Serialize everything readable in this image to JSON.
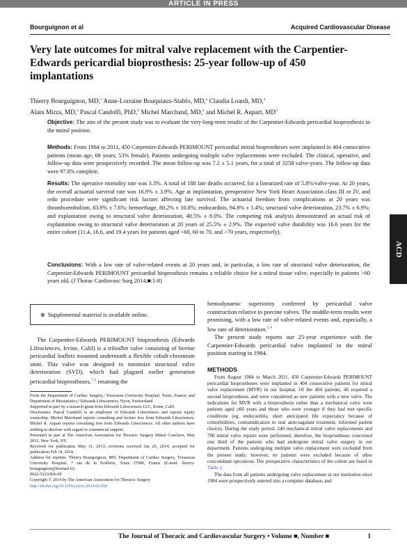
{
  "banner": "ARTICLE IN PRESS",
  "running_head": {
    "left": "Bourguignon et al",
    "right": "Acquired Cardiovascular Disease"
  },
  "title": "Very late outcomes for mitral valve replacement with the Carpentier-Edwards pericardial bioprosthesis: 25-year follow-up of 450 implantations",
  "authors_line1": "Thierry Bourguignon, MD,",
  "authors_line1b": " Anne-Lorraine Bouquiaux-Stablo, MD,",
  "authors_line1c": " Claudia Loardi, MD,",
  "authors_line2": "Alain Mirza, MD,",
  "authors_line2b": " Pascal Candolfi, PhD,",
  "authors_line2c": " Michel Marchand, MD,",
  "authors_line2d": " and Michel R. Aupart, MD",
  "sup_a": "a",
  "sup_b": "b",
  "abstract": {
    "objective_label": "Objective:",
    "objective": " The aim of the present study was to evaluate the very-long-term results of the Carpentier-Edwards pericardial bioprosthesis in the mitral position.",
    "methods_label": "Methods:",
    "methods": " From 1984 to 2011, 450 Carpentier-Edwards PERIMOUNT pericardial mitral bioprostheses were implanted in 404 consecutive patients (mean age, 68 years; 53% female). Patients undergoing multiple valve replacements were excluded. The clinical, operative, and follow-up data were prospectively recorded. The mean follow-up was 7.2 ± 5.1 years, for a total of 3258 valve-years. The follow-up data were 97.8% complete.",
    "results_label": "Results:",
    "results": " The operative mortality rate was 3.3%. A total of 188 late deaths occurred, for a linearized rate of 5.8%/valve-year. At 20 years, the overall actuarial survival rate was 16.9% ± 3.9%. Age at implantation, preoperative New York Heart Association class III or IV, and redo procedure were significant risk factors affecting late survival. The actuarial freedom from complications at 20 years was thromboembolism, 83.9% ± 7.6%; hemorrhage, 80.2% ± 10.8%; endocarditis, 94.8% ± 1.4%; structural valve deterioration, 23.7% ± 6.9%; and explantation owing to structural valve deterioration, 40.5% ± 8.0%. The competing risk analysis demonstrated an actual risk of explantation owing to structural valve deterioration at 20 years of 25.5% ± 2.9%. The expected valve durability was 16.6 years for the entire cohort (11.4, 16.6, and 19.4 years for patients aged <60, 60 to 70, and >70 years, respectively).",
    "conclusions_label": "Conclusions:",
    "conclusions": " With a low rate of valve-related events at 20 years and, in particular, a low rate of structural valve deterioration, the Carpentier-Edwards PERIMOUNT pericardial bioprosthesis remains a reliable choice for a mitral tissue valve, especially in patients >60 years old. (J Thorac Cardiovasc Surg 2014;■:1-8)"
  },
  "side_tab": "ACD",
  "supplemental": "Supplemental material is available online.",
  "left_body": "The Carpentier-Edwards PERIMOUNT bioprosthesis (Edwards Lifesciences, Irvine, Calif) is a trileaflet valve consisting of bovine pericardial leaflets mounted underneath a flexible cobalt-chromium stent. This valve was designed to minimize structural valve deterioration (SVD), which had plagued earlier generation pericardial bioprostheses,",
  "left_body_ref": "1,2",
  "left_body_end": " retaining the",
  "footnotes": [
    "From the Department of Cardiac Surgery,ᵃ Trousseau University Hospital, Tours, France; and Department of Biostatistics,ᵇ Edwards Lifesciences, Nyon, Switzerland.",
    "Supported in part by a research grant from Edwards Lifesciences LLC, Irvine, Calif.",
    "Disclosures: Pascal Candolfi is an employee of Edwards Lifesciences and reports equity ownership. Michel Marchand reports consulting and lecture fees from Edwards Lifesciences. Michel R. Aupart reports consulting fees from Edwards Lifesciences. All other authors have nothing to disclose with regard to commercial support.",
    "Presented in part at The American Association for Thoracic Surgery Mitral Conclave, May 2013, New York, NY.",
    "Received for publication May 31, 2013; revisions received Jan 29, 2014; accepted for publication Feb 14, 2014.",
    "Address for reprints: Thierry Bourguignon, MD, Department of Cardiac Surgery, Trousseau University Hospital, 7 rue de la Scellerie, Tours 37000, France (E-mail: thierry-bourguignon@hotmail.fr).",
    "0022-5223/$36.00",
    "Copyright © 2014 by The American Association for Thoracic Surgery"
  ],
  "doi": "http://dx.doi.org/10.1016/j.jtcvs.2014.02.050",
  "right_intro": "hemodynamic superiority conferred by pericardial valve construction relative to porcine valves. The middle-term results were promising, with a low rate of valve-related events and, especially, a low rate of deterioration.",
  "right_intro_ref": "3,4",
  "right_intro2": "The present study reports our 25-year experience with the Carpentier-Edwards pericardial valve implanted in the mitral position starting in 1984.",
  "methods_heading": "METHODS",
  "methods_text": "From August 1984 to March 2011, 450 Carpentier-Edwards PERIMOUNT pericardial bioprostheses were implanted in 404 consecutive patients for mitral valve replacement (MVR) in our hospital. Of the 404 patients, 46 required a second bioprosthesis and were considered as new patients with a new valve. The indications for MVR with a bioprosthesis rather than a mechanical valve were patients aged ≥60 years and those who were younger if they had met specific conditions (eg, endocarditis, short anticipated life expectancy because of comorbidities, contraindication to oral anticoagulant treatment, informed patient choice). During the study period, 240 mechanical mitral valve replacements and 700 mitral valve repairs were performed; therefore, the bioprostheses concerned one third of the patients who had undergone mitral valve surgery in our department. Patients undergoing multiple valve replacement were excluded from the present study; however, no patients were excluded because of other concomitant operations. The preoperative characteristics of the cohort are listed in",
  "table_link": "Table 1",
  "methods_text2": "The data from all patients undergoing valve replacement at our institution since 1984 were prospectively entered into a computer database, and",
  "footer": {
    "journal": "The Journal of Thoracic and Cardiovascular Surgery • Volume ■, Number ■",
    "page": "1"
  }
}
